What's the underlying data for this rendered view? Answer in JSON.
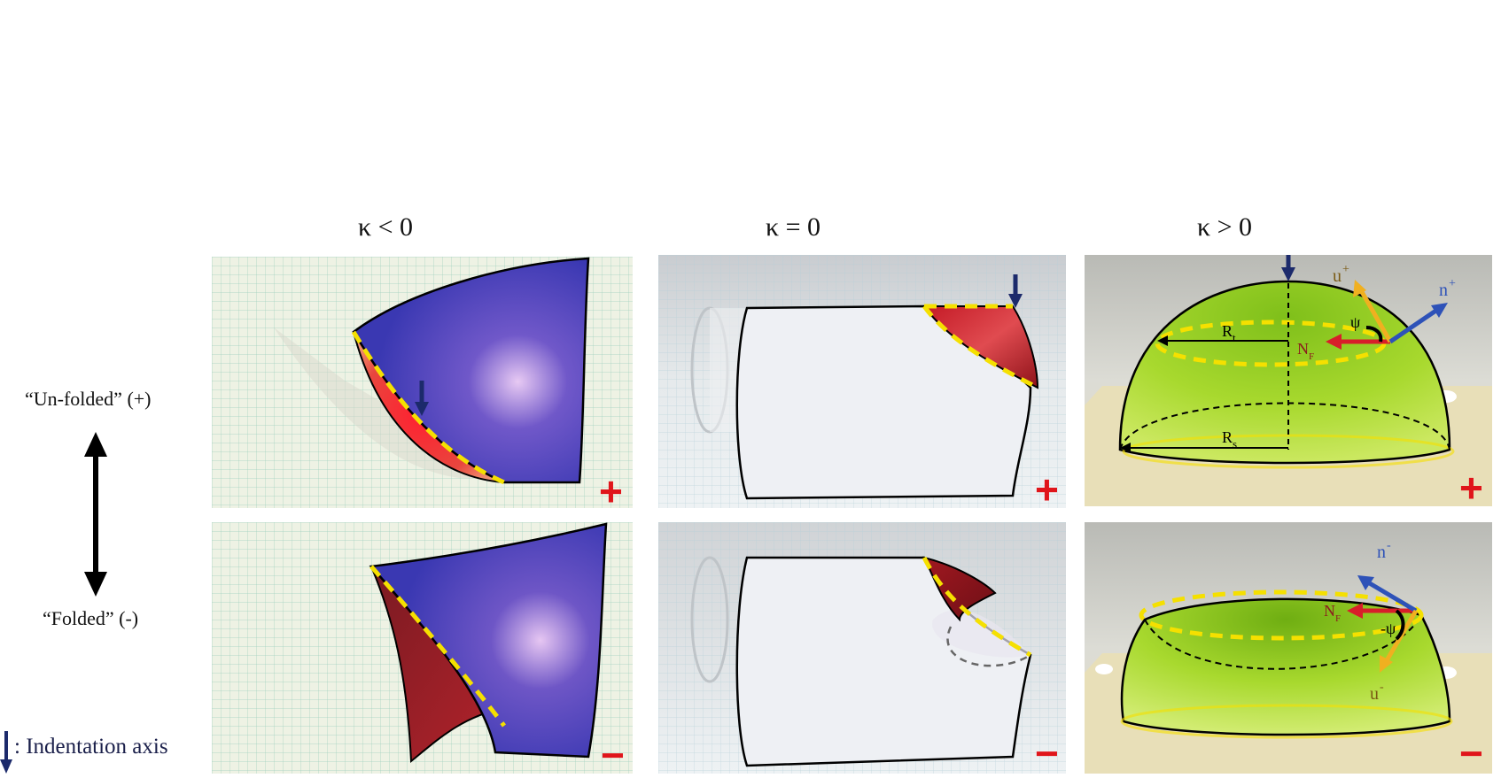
{
  "columns": {
    "negative": {
      "title": "κ < 0"
    },
    "zero": {
      "title": "κ = 0"
    },
    "positive": {
      "title": "κ > 0"
    }
  },
  "rows": {
    "top": {
      "label": "“Un-folded” (+)",
      "sign": "+"
    },
    "bottom": {
      "label": "“Folded” (-)",
      "sign": "−"
    }
  },
  "legend": {
    "indentation_label": ": Indentation axis"
  },
  "sphere_labels": {
    "u_plus": "u",
    "u_plus_sup": "+",
    "n_plus": "n",
    "n_plus_sup": "+",
    "psi": "ψ",
    "R_t": "R",
    "R_t_sub": "t",
    "N_F": "N",
    "N_F_sub": "F",
    "R_s": "R",
    "R_s_sub": "s",
    "n_minus": "n",
    "n_minus_sup": "-",
    "N_F_bottom": "N",
    "N_F_bottom_sub": "F",
    "minus_psi": "-ψ",
    "u_minus": "u",
    "u_minus_sup": "-"
  },
  "colors": {
    "sign_red": "#e0151b",
    "dashed_yellow": "#f5e000",
    "arrow_navy": "#1c2a6b",
    "blue_shell": "#3e3db8",
    "red_shell": "#d81e2a",
    "green_shell": "#9ed62a"
  }
}
